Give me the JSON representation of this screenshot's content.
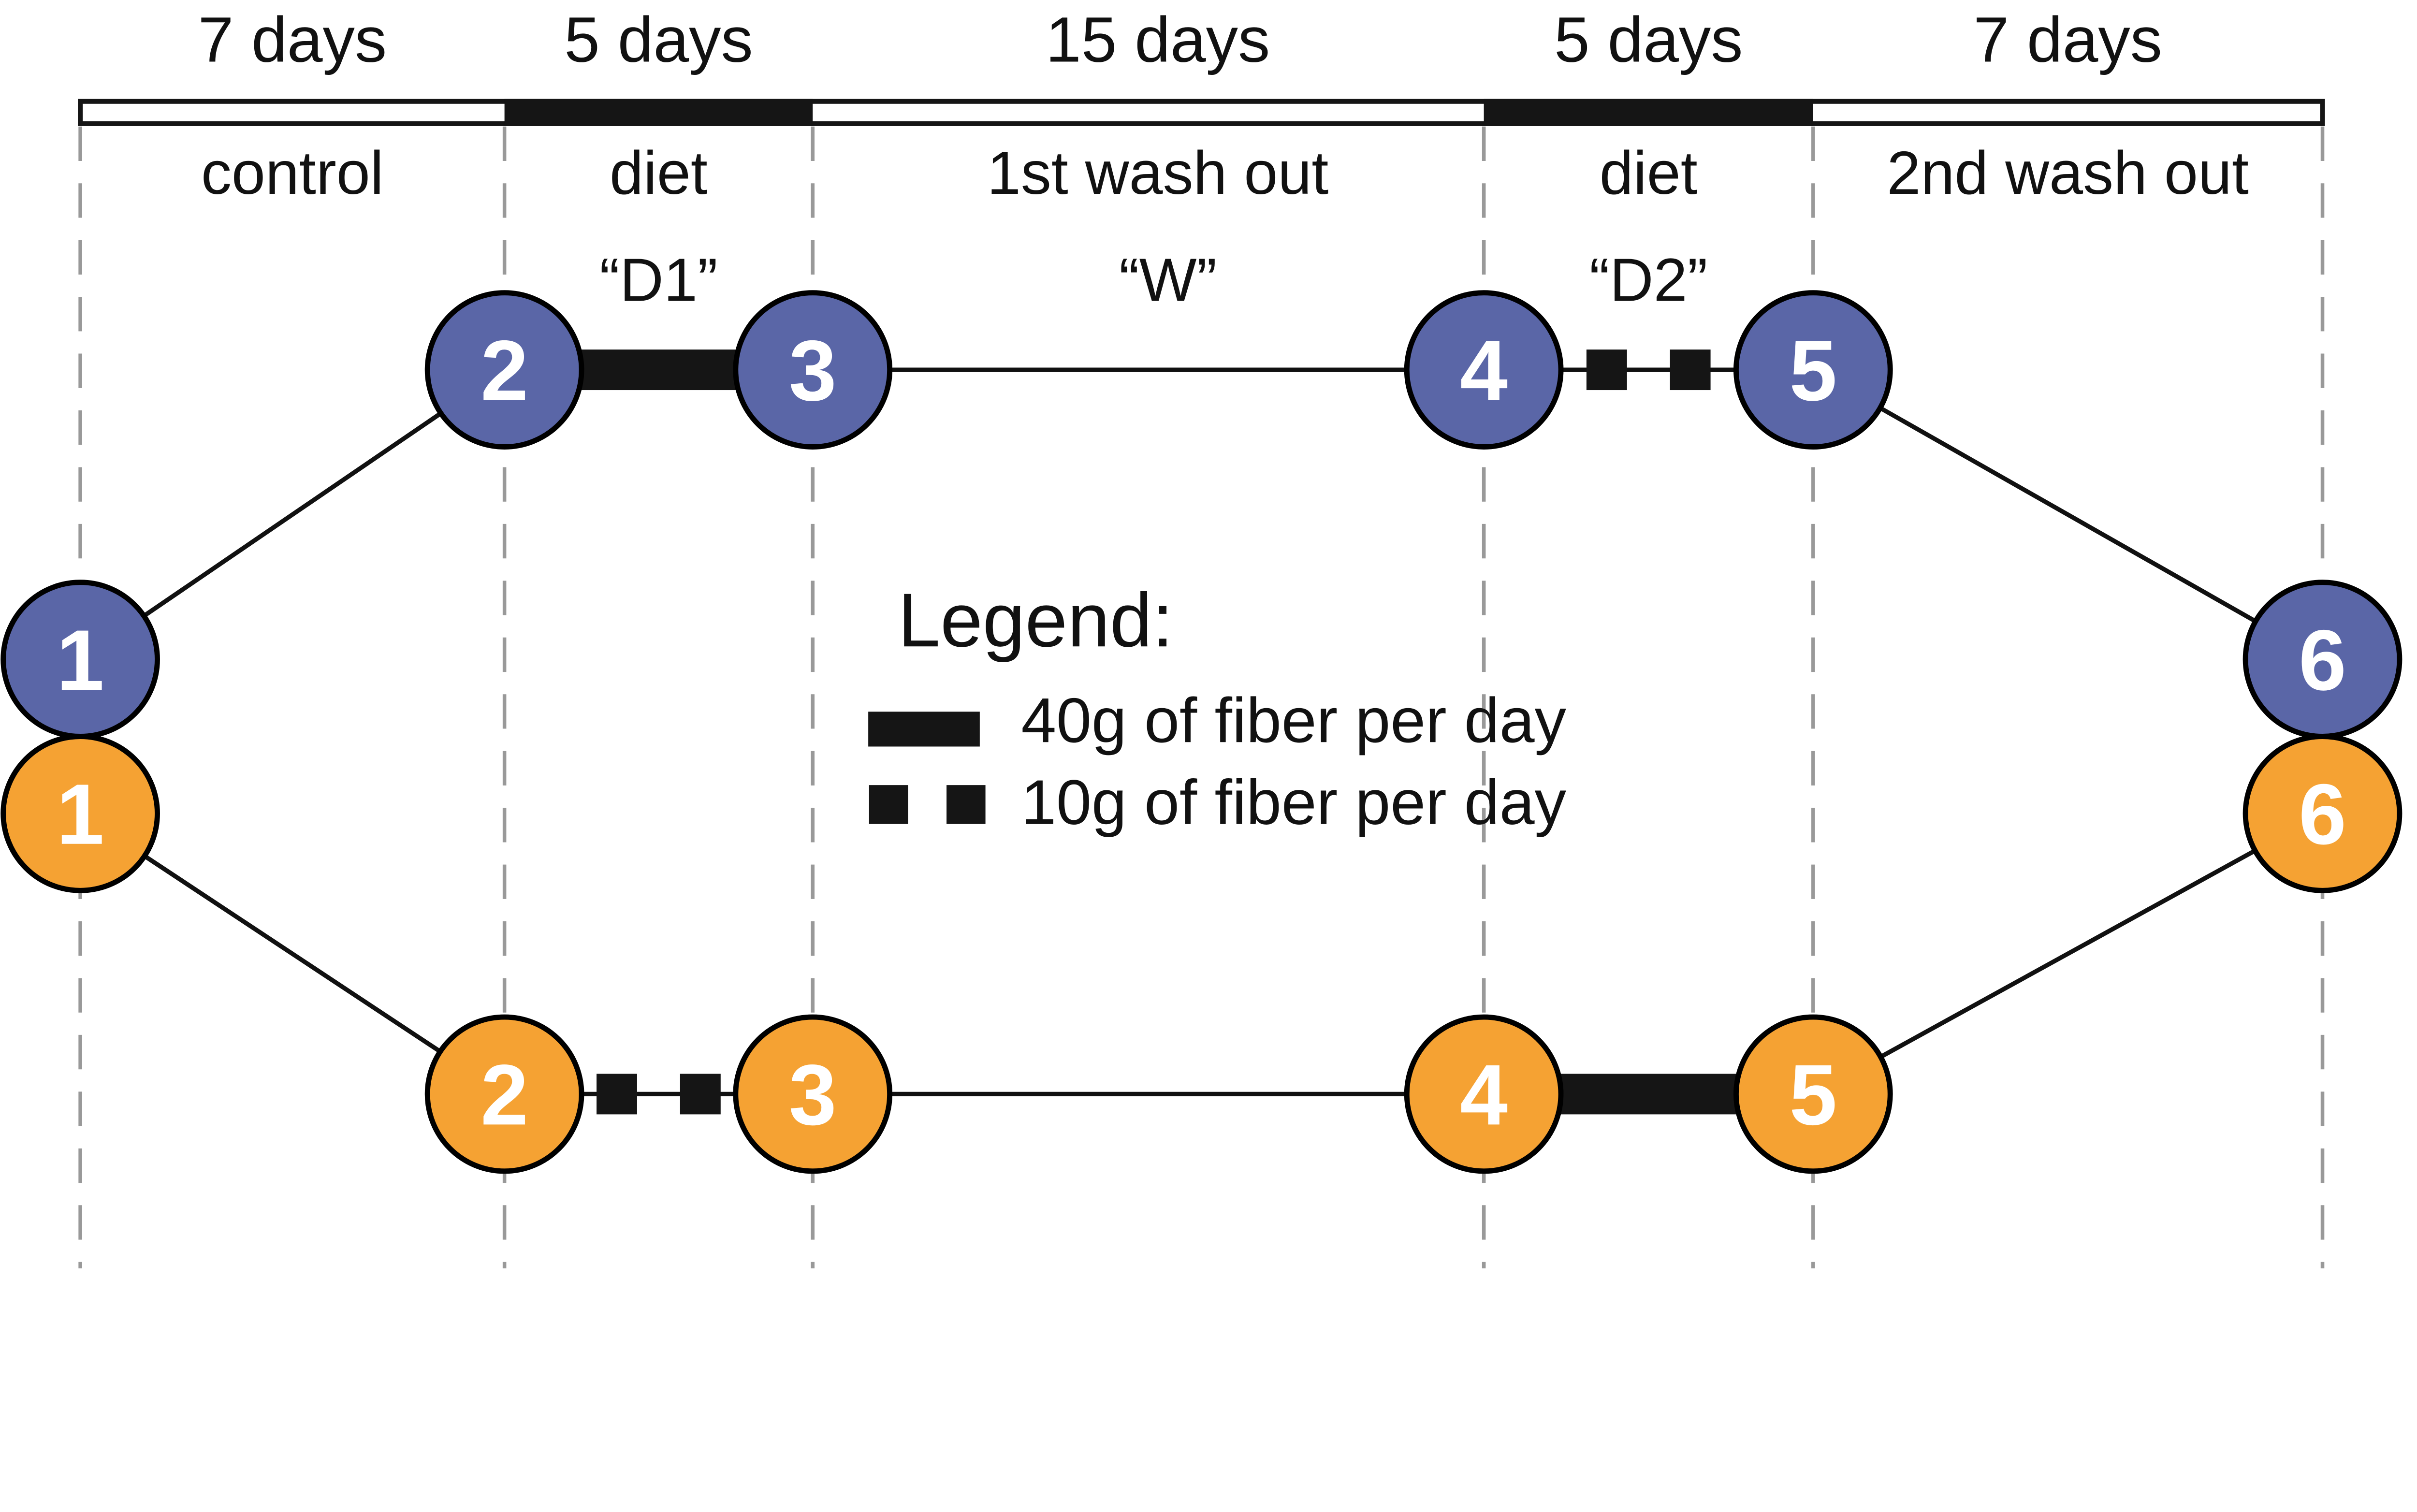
{
  "figure": {
    "phases": [
      {
        "duration": "7 days",
        "label": "control",
        "fill": "white"
      },
      {
        "duration": "5 days",
        "label": "diet",
        "fill": "black"
      },
      {
        "duration": "15 days",
        "label": "1st wash out",
        "fill": "white"
      },
      {
        "duration": "5 days",
        "label": "diet",
        "fill": "black"
      },
      {
        "duration": "7 days",
        "label": "2nd wash out",
        "fill": "white"
      }
    ],
    "period_codes": {
      "d1": "“D1”",
      "w": "“W”",
      "d2": "“D2”"
    },
    "arm_top": {
      "color": "#5A66A7",
      "nodes": [
        "1",
        "2",
        "3",
        "4",
        "5",
        "6"
      ]
    },
    "arm_bottom": {
      "color": "#F5A233",
      "nodes": [
        "1",
        "2",
        "3",
        "4",
        "5",
        "6"
      ]
    },
    "legend": {
      "title": "Legend:",
      "items": [
        {
          "symbol": "thick-bar",
          "label": "40g of fiber per day"
        },
        {
          "symbol": "two-squares",
          "label": "10g of fiber per day"
        }
      ]
    },
    "colors": {
      "ink_black": "#151515",
      "dash_gray": "#999999",
      "node_blue": "#5A66A7",
      "node_orange": "#F5A233",
      "number_white": "#FFFFFF"
    }
  }
}
